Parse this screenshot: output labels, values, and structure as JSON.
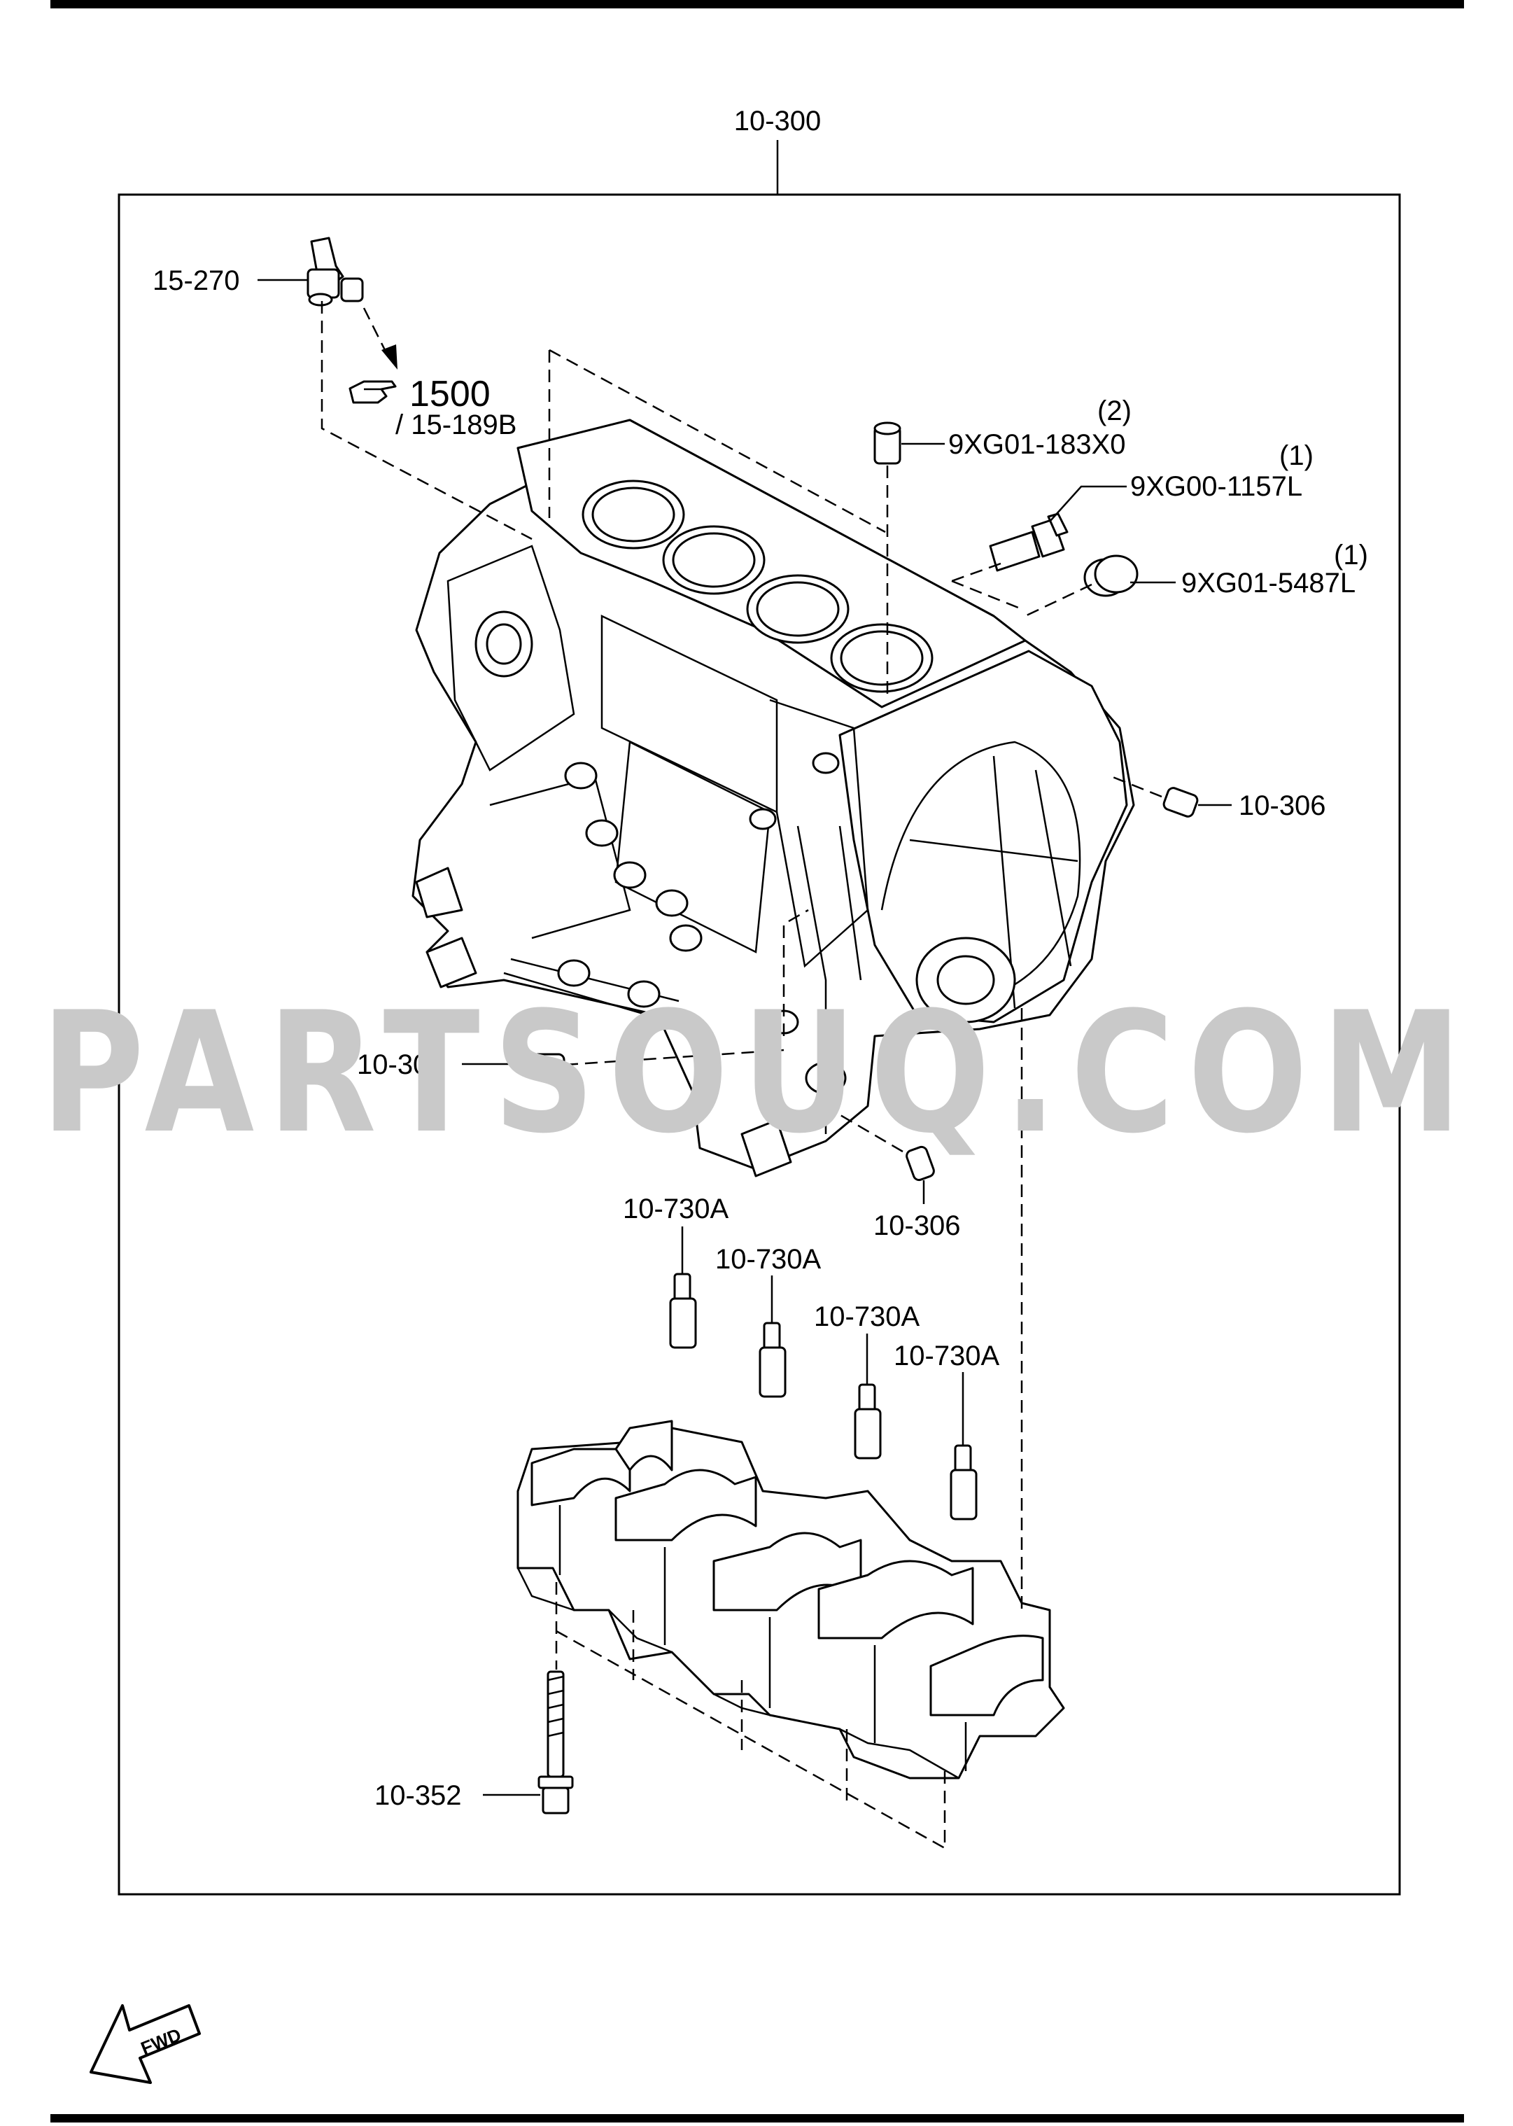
{
  "watermark": "PARTSOUQ.COM",
  "assembly_label": "10-300",
  "reference": {
    "number": "1500",
    "sub": "/ 15-189B"
  },
  "callouts": [
    {
      "id": "c1",
      "text": "15-270"
    },
    {
      "id": "c2",
      "text": "9XG01-183X0",
      "qty": "(2)"
    },
    {
      "id": "c3",
      "text": "9XG00-1157L",
      "qty": "(1)"
    },
    {
      "id": "c4",
      "text": "9XG01-5487L",
      "qty": "(1)"
    },
    {
      "id": "c5",
      "text": "10-306"
    },
    {
      "id": "c6",
      "text": "10-306"
    },
    {
      "id": "c7",
      "text": "10-306"
    },
    {
      "id": "c8",
      "text": "10-730A"
    },
    {
      "id": "c9",
      "text": "10-730A"
    },
    {
      "id": "c10",
      "text": "10-730A"
    },
    {
      "id": "c11",
      "text": "10-730A"
    },
    {
      "id": "c12",
      "text": "10-352"
    }
  ],
  "fwd_label": "FWD",
  "icons": [
    "pointing-hand-icon",
    "fwd-arrow-icon"
  ]
}
